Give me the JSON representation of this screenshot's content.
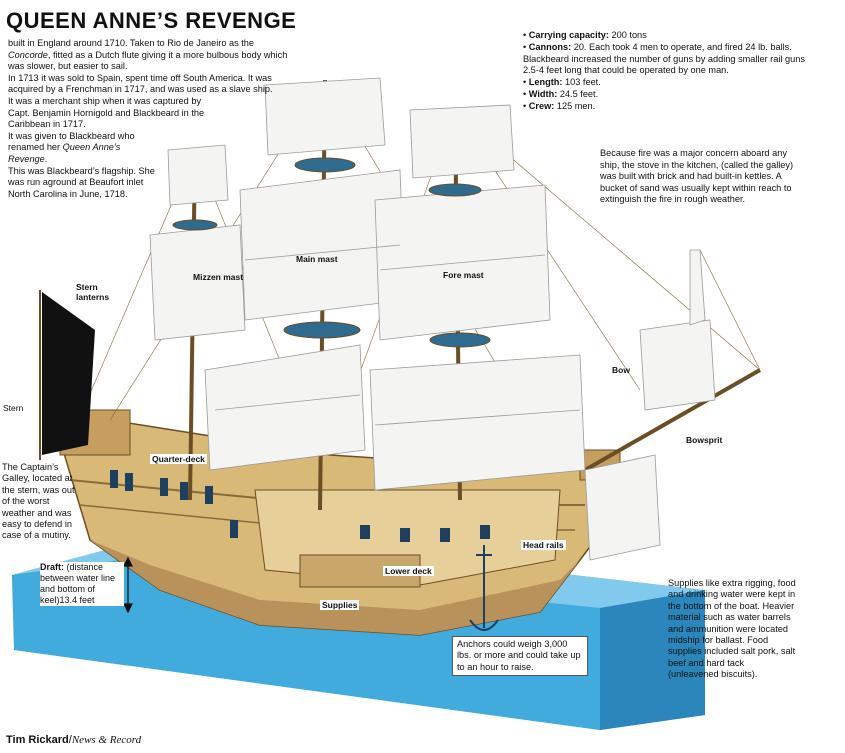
{
  "title": "QUEEN ANNE’S REVENGE",
  "history": {
    "p1_start": "built in England around 1710. Taken to Rio de Janeiro as the ",
    "p1_italic": "Concorde",
    "p1_end": ", fitted as a Dutch flute giving it a more bulbous body which was slower, but easier to sail.",
    "p2": "In 1713 it was sold to Spain, spent time off South America. It was acquired  by a Frenchman in 1717, and was used as a slave ship.",
    "p3": "It was a merchant ship when it was captured by Capt. Benjamin Hornigold and Blackbeard in the Caribbean in 1717.",
    "p4_start": "It was given to Blackbeard who renamed her ",
    "p4_italic": "Queen Anne’s Revenge",
    "p4_end": ".",
    "p5": "This was Blackbeard’s flagship. She was run aground at Beaufort inlet North Carolina in June, 1718."
  },
  "specs": [
    {
      "label": "Carrying capacity:",
      "value": " 200 tons"
    },
    {
      "label": "Cannons:",
      "value": " 20. Each took 4 men to operate, and fired 24 lb. balls. Blackbeard increased the number of guns by adding smaller rail guns 2.5-4 feet long that could be operated by one man."
    },
    {
      "label": "Length:",
      "value": " 103 feet."
    },
    {
      "label": "Width:",
      "value": " 24.5 feet."
    },
    {
      "label": "Crew:",
      "value": " 125 men."
    }
  ],
  "galley_note": "Because fire was a major concern aboard any ship, the stove in the kitchen, (called the galley) was built with brick and had built-in kettles. A bucket of sand was usually  kept within reach to extinguish the fire in rough weather.",
  "captain_note": "The Captain’s Galley, located at the stern, was out of the worst weather and was easy to defend in case of a mutiny.",
  "draft_note": {
    "label": "Draft:",
    "text": " (distance between water line and bottom of keel)13.4 feet"
  },
  "anchor_note": "Anchors could weigh 3,000 lbs. or more and could take up to an hour to raise.",
  "supplies_note": "Supplies like extra rigging, food and drinking water were kept in the bottom of the boat. Heavier material such as water barrels and ammunition were located midship for ballast. Food supplies included salt pork, salt beef and hard tack (unleavened biscuits).",
  "labels": {
    "mizzen": "Mizzen mast",
    "main": "Main mast",
    "fore": "Fore mast",
    "stern_lanterns": "Stern lanterns",
    "stern": "Stern",
    "bow": "Bow",
    "bowsprit": "Bowsprit",
    "quarter_deck": "Quarter-deck",
    "lower_deck": "Lower deck",
    "supplies": "Supplies",
    "head_rails": "Head rails"
  },
  "credit": {
    "author": "Tim Rickard",
    "publication": "News & Record"
  },
  "colors": {
    "hull": "#d9b978",
    "hull_dark": "#8a6a3a",
    "sail": "#f4f4f2",
    "sail_shade": "#d8d8d6",
    "water": "#3aa6da",
    "water_light": "#8fd0f0",
    "flag": "#111111",
    "cannon": "#1f3f5f"
  }
}
